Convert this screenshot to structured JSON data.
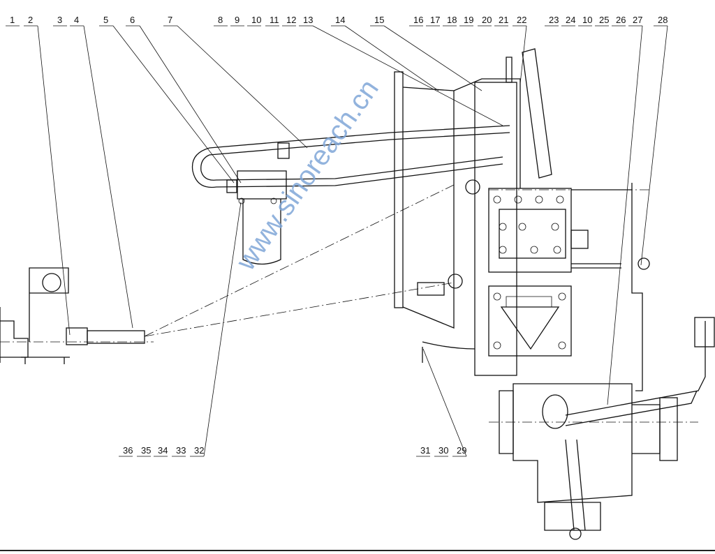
{
  "drawing": {
    "top_label_groups": [
      [
        "1",
        "2"
      ],
      [
        "3",
        "4"
      ],
      [
        "5"
      ],
      [
        "6"
      ],
      [
        "7"
      ],
      [
        "8",
        "9",
        "10",
        "11",
        "12",
        "13"
      ],
      [
        "14"
      ],
      [
        "15"
      ],
      [
        "16",
        "17",
        "18",
        "19",
        "20",
        "21",
        "22"
      ],
      [
        "23",
        "24",
        "10",
        "25",
        "26",
        "27"
      ],
      [
        "28"
      ]
    ],
    "bottom_label_groups": [
      [
        "36",
        "35",
        "34",
        "33",
        "32"
      ],
      [
        "31",
        "30",
        "29"
      ]
    ],
    "watermark": "www.sinoreach.cn"
  }
}
